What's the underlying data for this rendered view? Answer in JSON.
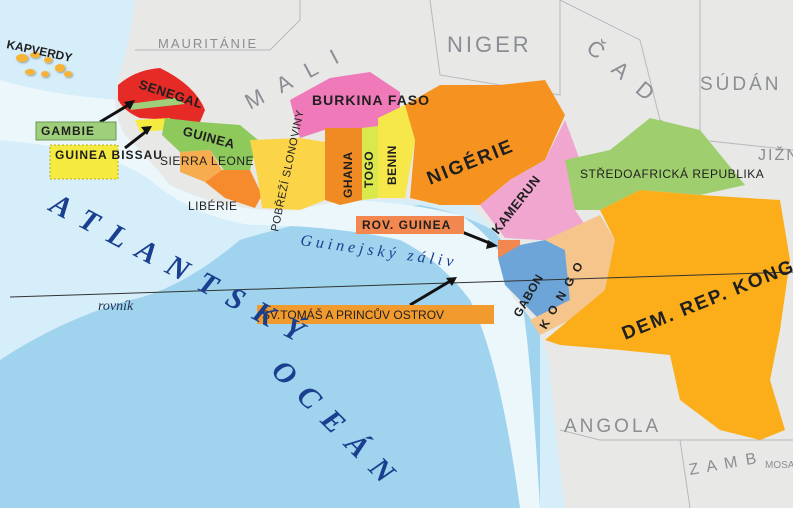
{
  "labels": {
    "kapverdy": "KAPVERDY",
    "mauritania": "MAURITÁNIE",
    "mali": "M A L I",
    "niger": "NIGER",
    "cad": "Č A D",
    "sudan": "SÚDÁN",
    "south_sudan": "JIŽNÍ SÚDÁN",
    "senegal": "SENEGAL",
    "gambie": "GAMBIE",
    "guinea_bissau": "GUINEA BISSAU",
    "guinea": "GUINEA",
    "sierra_leone": "SIERRA LEONE",
    "liberie": "LIBÉRIE",
    "pobrezi": "POBŘEŽÍ SLONOVINY",
    "burkina": "BURKINA FASO",
    "ghana": "GHANA",
    "togo": "TOGO",
    "benin": "BENIN",
    "nigerie": "NIGÉRIE",
    "kamerun": "KAMERUN",
    "stredoafricka": "STŘEDOAFRICKÁ REPUBLIKA",
    "rov_guinea": "ROV. GUINEA",
    "gabon": "GABON",
    "kongo": "K O N G O",
    "dem_rep_kongo": "DEM. REP. KONGO",
    "sv_tomas": "SV.TOMÁŠ A PRINCŮV OSTROV",
    "angola": "ANGOLA",
    "zambie": "Z A M B",
    "mosa": "MOSA",
    "atlantsky": "ATLANTSKÝ",
    "ocean": "OCEÁN",
    "gulf": "Guinejský záliv",
    "equator": "rovník"
  },
  "colors": {
    "land_grey": "#e8e8e7",
    "deep_sea": "#9fd3ee",
    "shallow_sea": "#d5eef9",
    "coast_sea": "#ecf7fc",
    "senegal": "#e62a26",
    "gambie_tag": "#9fcf7a",
    "guinea_bissau_tag": "#f4ea40",
    "guinea": "#8ec95c",
    "sierra_leone": "#f7ad4f",
    "liberie": "#f58b2d",
    "pobrezi": "#fbd547",
    "burkina": "#ef79b9",
    "ghana": "#f08a22",
    "togo": "#d9e84b",
    "benin": "#f6e84a",
    "nigerie": "#f69320",
    "kamerun": "#f0a6cf",
    "stredoafricka": "#9fce6e",
    "gabon": "#6ea5d9",
    "kongo": "#f6c58b",
    "drc": "#fbad1a",
    "rov_guinea_tag": "#f2884f",
    "sv_tomas_tag": "#f19a2e"
  }
}
